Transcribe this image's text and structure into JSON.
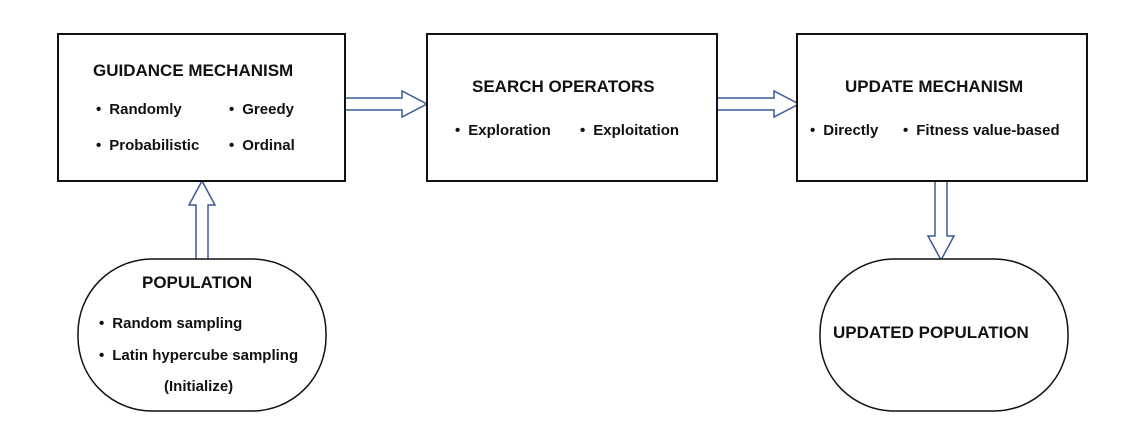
{
  "guidance": {
    "title": "GUIDANCE MECHANISM",
    "items": [
      "Randomly",
      "Greedy",
      "Probabilistic",
      "Ordinal"
    ]
  },
  "search": {
    "title": "SEARCH OPERATORS",
    "items": [
      "Exploration",
      "Exploitation"
    ]
  },
  "update": {
    "title": "UPDATE MECHANISM",
    "items": [
      "Directly",
      "Fitness value-based"
    ]
  },
  "population": {
    "title": "POPULATION",
    "items": [
      "Random sampling",
      "Latin hypercube sampling"
    ],
    "note": "(Initialize)"
  },
  "updated_population": {
    "title": "UPDATED POPULATION"
  }
}
